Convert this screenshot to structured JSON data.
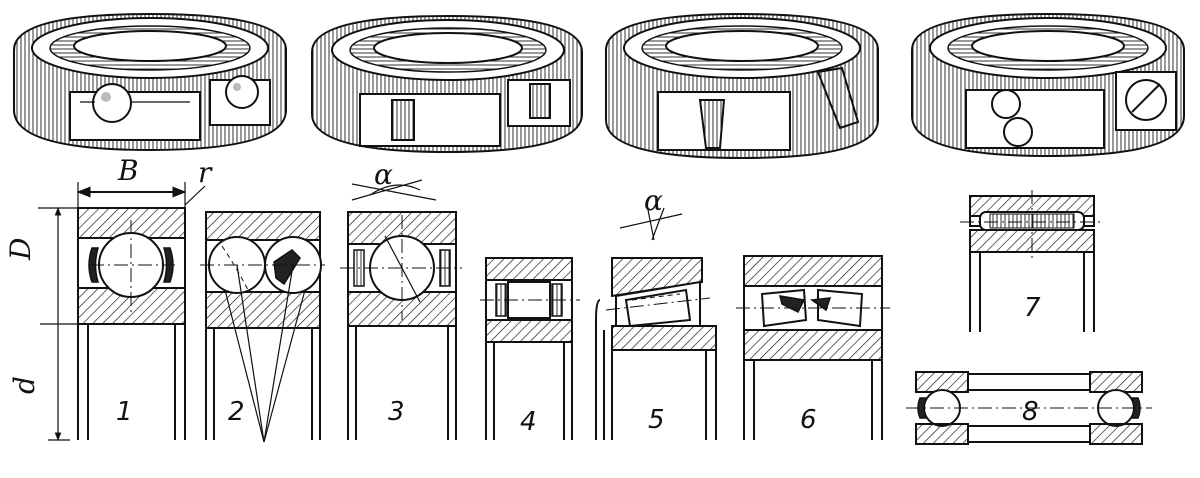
{
  "dimension_labels": {
    "width": "B",
    "radius": "r",
    "outer_diameter": "D",
    "inner_diameter": "d",
    "angle": "α"
  },
  "bearing_numbers": [
    "1",
    "2",
    "3",
    "4",
    "5",
    "6",
    "7",
    "8"
  ],
  "pictorial_views": [
    {
      "name": "deep-groove ball bearing"
    },
    {
      "name": "cylindrical roller bearing"
    },
    {
      "name": "tapered roller bearing"
    },
    {
      "name": "self-aligning ball bearing"
    }
  ]
}
